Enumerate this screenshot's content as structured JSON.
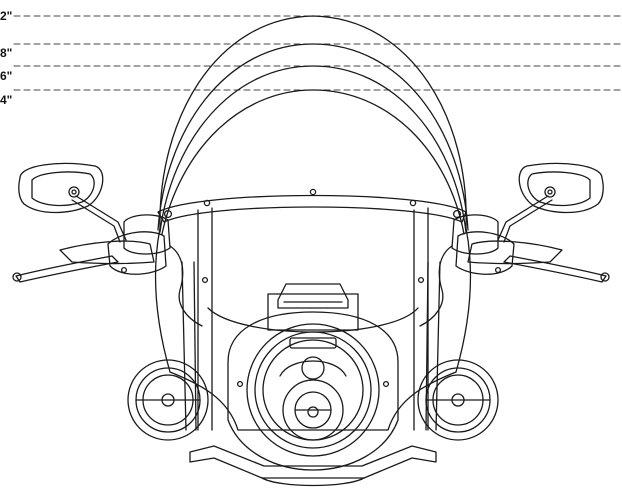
{
  "windshield_heights": {
    "labels": [
      "2\"",
      "8\"",
      "6\"",
      "4\""
    ]
  },
  "colors": {
    "line": "#1a1a1a",
    "dash": "#444444",
    "background": "#ffffff"
  }
}
